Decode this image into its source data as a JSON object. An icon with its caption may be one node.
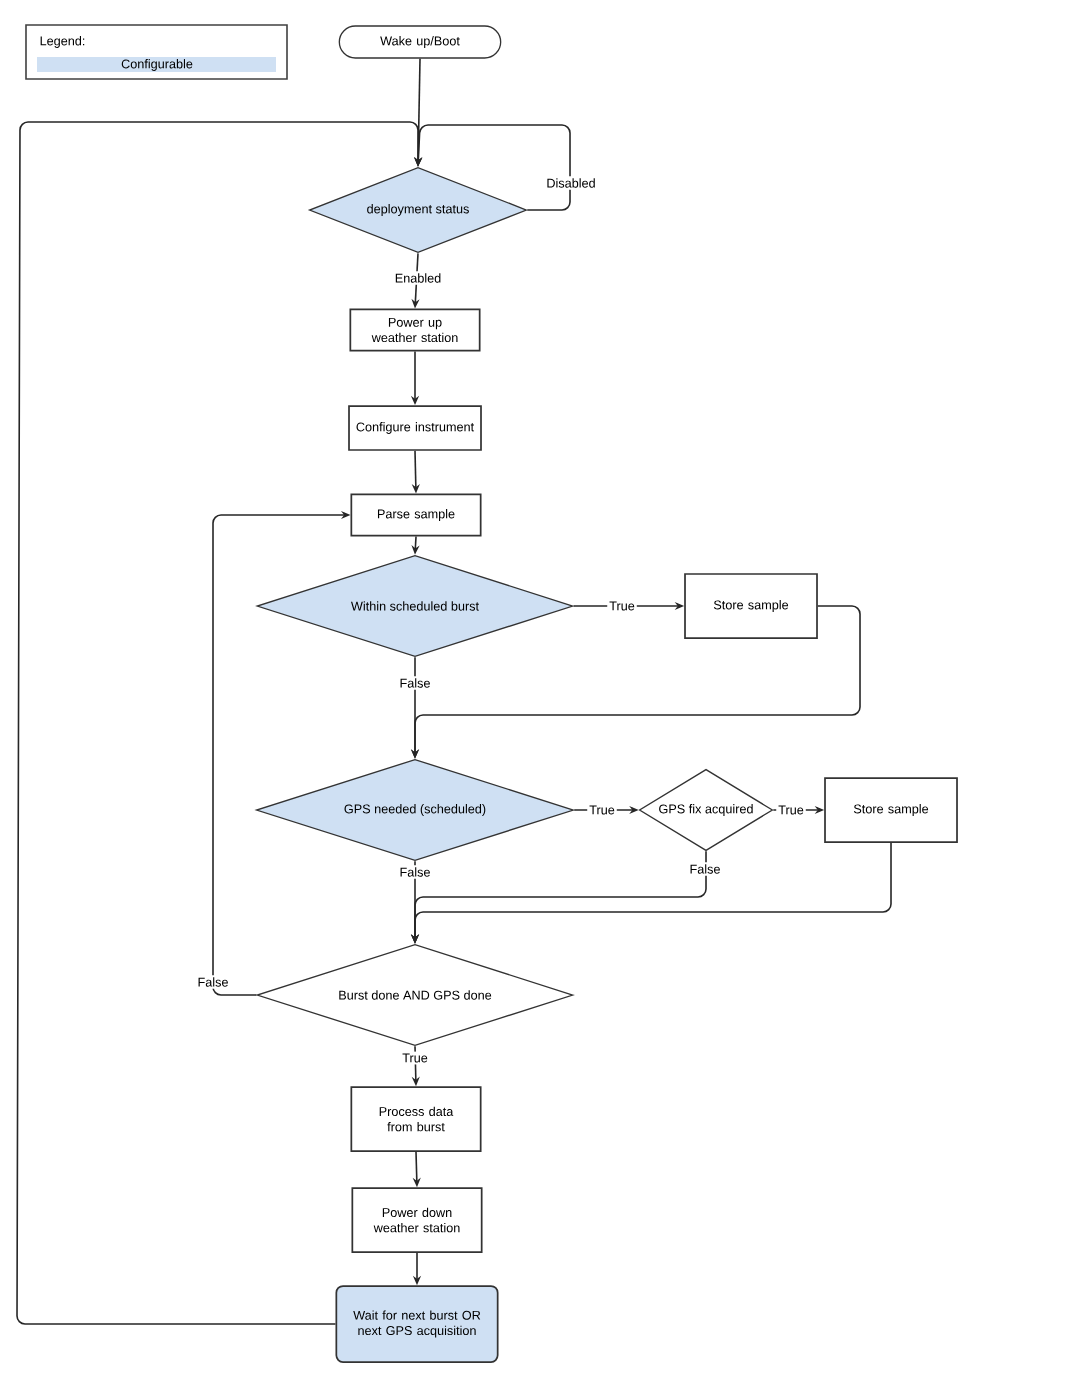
{
  "diagram": {
    "nodes": [
      {
        "text": [
          "Wake up/Boot"
        ]
      },
      {
        "text": [
          "deployment status"
        ]
      },
      {
        "text": [
          "Power up weather station"
        ]
      },
      {
        "text": [
          "Configure instrument"
        ]
      },
      {
        "text": [
          "Parse sample"
        ]
      },
      {
        "text": [
          "Within scheduled burst"
        ]
      },
      {
        "text": [
          "Store sample"
        ]
      },
      {
        "text": [
          "GPS needed (scheduled)"
        ]
      },
      {
        "text": [
          "GPS fix acquired"
        ]
      },
      {
        "text": [
          "Store sample"
        ]
      },
      {
        "text": [
          "Burst done AND GPS done"
        ]
      },
      {
        "text": [
          "Process data from burst"
        ]
      },
      {
        "text": [
          "Power down weather station"
        ]
      },
      {
        "text": [
          "Wait for next burst OR next GPS acquisition"
        ]
      }
    ],
    "edges": [
      {
        "from": 0,
        "to": 1,
        "arrow": "to"
      },
      {
        "from": 1,
        "to": 1,
        "arrow": "to",
        "label": "Disabled"
      },
      {
        "from": 1,
        "to": 2,
        "arrow": "to",
        "label": "Enabled"
      },
      {
        "from": 2,
        "to": 3,
        "arrow": "to"
      },
      {
        "from": 3,
        "to": 4,
        "arrow": "to"
      },
      {
        "from": 4,
        "to": 5,
        "arrow": "to"
      },
      {
        "from": 5,
        "to": 6,
        "arrow": "to",
        "label": "True"
      },
      {
        "from": 5,
        "to": 7,
        "arrow": "to",
        "label": "False"
      },
      {
        "from": 6,
        "to": 7,
        "arrow": "to"
      },
      {
        "from": 7,
        "to": 8,
        "arrow": "to",
        "label": "True"
      },
      {
        "from": 8,
        "to": 9,
        "arrow": "to",
        "label": "True"
      },
      {
        "from": 7,
        "to": 10,
        "arrow": "to",
        "label": "False"
      },
      {
        "from": 8,
        "to": 10,
        "arrow": "to",
        "label": "False"
      },
      {
        "from": 9,
        "to": 10,
        "arrow": "to"
      },
      {
        "from": 10,
        "to": 4,
        "arrow": "to",
        "label": "False"
      },
      {
        "from": 10,
        "to": 11,
        "arrow": "to",
        "label": "True"
      },
      {
        "from": 11,
        "to": 12,
        "arrow": "to"
      },
      {
        "from": 12,
        "to": 13,
        "arrow": "to"
      },
      {
        "from": 13,
        "to": 1,
        "arrow": "to"
      }
    ],
    "labels": [
      "Legend:"
    ],
    "legend": [
      {
        "text": "Configurable",
        "color": "#cfe0f3"
      }
    ]
  }
}
